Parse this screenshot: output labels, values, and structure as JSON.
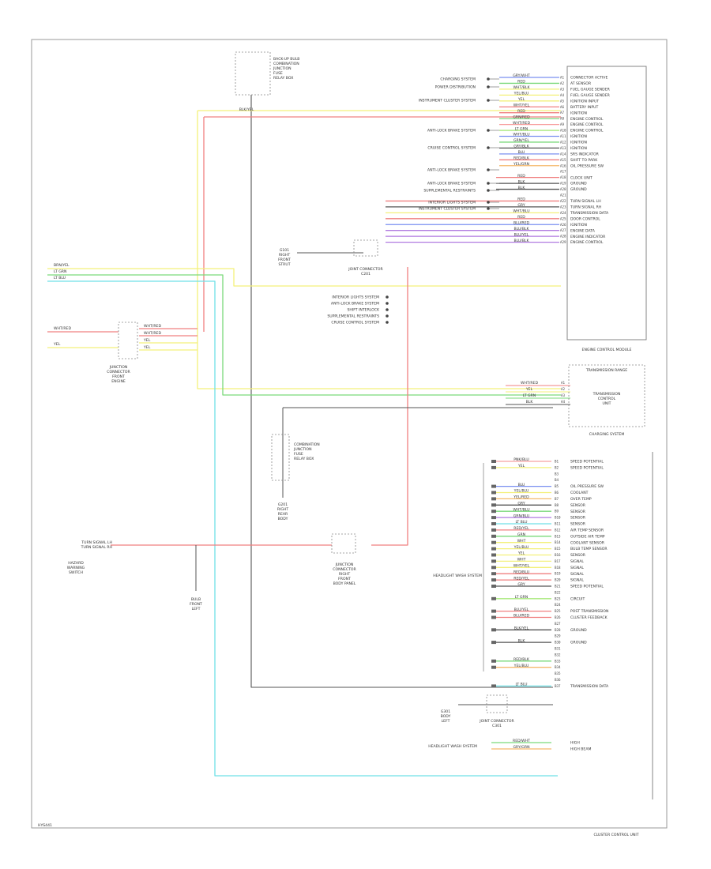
{
  "colors": {
    "red": "#f08080",
    "pink": "#f7a0a0",
    "yellow": "#f3f07a",
    "green": "#7ad97a",
    "blue": "#7a8ff0",
    "violet": "#b07ae0",
    "orange": "#f5b96b",
    "cyan": "#6fe0e6",
    "gray": "#555555",
    "lightgreen": "#a7e87a"
  },
  "ecm_module": {
    "label": "ENGINE CONTROL MODULE",
    "pins": [
      "CONNECTOR ACTIVE",
      "AT SENSOR",
      "FUEL GAUGE SENDER",
      "FUEL GAUGE SENDER",
      "IGNITION INPUT",
      "BATTERY INPUT",
      "IGNITION",
      "ENGINE CONTROL",
      "ENGINE CONTROL",
      "ENGINE CONTROL",
      "IGNITION",
      "IGNITION",
      "IGNITION",
      "SRS INDICATOR",
      "SHIFT TO PARK",
      "OIL PRESSURE SW",
      "",
      "CLOCK UNIT",
      "GROUND",
      "GROUND",
      "",
      "TURN SIGNAL LH",
      "TURN SIGNAL RH",
      "TRANSMISSION DATA",
      "DOOR CONTROL",
      "IGNITION",
      "ENGINE DATA",
      "ENGINE INDICATOR",
      "ENGINE CONTROL"
    ],
    "wires": [
      "GRY/WHT",
      "RED",
      "WHT/BLK",
      "YEL/BLU",
      "YEL",
      "WHT/YEL",
      "RED",
      "GRN/RED",
      "WHT/RED",
      "LT GRN",
      "WHT/BLU",
      "GRN/YEL",
      "GRY/BLK",
      "BLU",
      "RED/BLK",
      "YEL/GRN",
      "",
      "RED",
      "BLK",
      "BLK",
      "",
      "RED",
      "GRY",
      "WHT/BLU",
      "RED",
      "BLU/RED",
      "BLU/BLK",
      "BLU/YEL",
      "BLU/BLK"
    ]
  },
  "left_refs": {
    "ecm_top": [
      "CHARGING SYSTEM",
      "POWER DISTRIBUTION",
      "INSTRUMENT CLUSTER SYSTEM",
      "ANTI-LOCK BRAKE SYSTEM",
      "CRUISE CONTROL SYSTEM",
      "ANTI-LOCK BRAKE SYSTEM",
      "ANTI-LOCK BRAKE SYSTEM",
      "SUPPLEMENTAL RESTRAINTS",
      "INTERIOR LIGHTS SYSTEM",
      "INSTRUMENT CLUSTER SYSTEM"
    ],
    "ecm_bottom": [
      "INTERIOR LIGHTS SYSTEM",
      "ANTI-LOCK BRAKE SYSTEM",
      "SHIFT INTERLOCK",
      "SUPPLEMENTAL RESTRAINTS",
      "CRUISE CONTROL SYSTEM"
    ],
    "cluster": "HEADLIGHT WASH SYSTEM",
    "cluster_bottom": "HEADLIGHT WASH SYSTEM"
  },
  "junctions": {
    "top_box": [
      "BACK-UP BULB",
      "COMBINATION",
      "JUNCTION",
      "FUSE",
      "RELAY BOX"
    ],
    "top_wire": "BLK/YEL",
    "ground_left": "G101",
    "ground_left_lines": [
      "RIGHT",
      "FRONT",
      "STRUT"
    ],
    "joint_c201": [
      "JOINT CONNECTOR",
      "C201"
    ],
    "left_joint": [
      "JUNCTION",
      "CONNECTOR",
      "FRONT",
      "ENGINE"
    ],
    "mid_box": [
      "COMBINATION",
      "JUNCTION",
      "FUSE",
      "RELAY BOX"
    ],
    "mid_ground": [
      "G201",
      "RIGHT",
      "REAR",
      "BODY"
    ],
    "bottom_joint": [
      "JUNCTION",
      "CONNECTOR",
      "RIGHT",
      "FRONT",
      "BODY PANEL"
    ],
    "hazard": [
      "HAZARD",
      "WARNING",
      "SWITCH"
    ],
    "hazard_rows": [
      "TURN SIGNAL LH",
      "TURN SIGNAL RH"
    ],
    "right_bulb": [
      "BULB",
      "FRONT",
      "LEFT"
    ],
    "c301": [
      "JOINT CONNECTOR",
      "C301"
    ],
    "c301_ground": [
      "G301",
      "BODY",
      "LEFT"
    ]
  },
  "left_wires": [
    "BRN/YEL",
    "LT GRN",
    "LT BLU",
    "WHT/RED",
    "YEL"
  ],
  "left_sw_wires": [
    "WHT/RED",
    "WHT/RED",
    "YEL",
    "YEL"
  ],
  "right_box": {
    "title": "TRANSMISSION RANGE",
    "lines": [
      "TRANSMISSION",
      "CONTROL",
      "UNIT"
    ],
    "label": "CHARGING SYSTEM",
    "wires": [
      "WHT/RED",
      "YEL",
      "LT GRN",
      "BLK"
    ],
    "pins": [
      "A1",
      "A2",
      "A3",
      "A4"
    ]
  },
  "cluster_module": {
    "label": "CLUSTER CONTROL UNIT",
    "pins": [
      "SPEED POTENTIAL",
      "SPEED POTENTIAL",
      "",
      "",
      "OIL PRESSURE SW",
      "COOLANT",
      "OVER TEMP",
      "SENSOR",
      "SENSOR",
      "SENSOR",
      "SENSOR",
      "AIR TEMP SENSOR",
      "OUTSIDE AIR TEMP",
      "COOLANT SENSOR",
      "BULB TEMP SENSOR",
      "SENSOR",
      "SIGNAL",
      "SIGNAL",
      "SIGNAL",
      "SIGNAL",
      "SPEED POTENTIAL",
      "",
      "CIRCUIT",
      "",
      "POST TRANSMISSION",
      "CLUSTER FEEDBACK",
      "",
      "GROUND",
      "",
      "GROUND",
      "",
      "",
      "",
      "",
      "",
      "",
      "TRANSMISSION DATA"
    ],
    "wires": [
      "PNK/BLU",
      "YEL",
      "",
      "",
      "BLU",
      "YEL/BLU",
      "YEL/RED",
      "GRY",
      "WHT/BLU",
      "GRN/BLU",
      "LT BLU",
      "RED/YEL",
      "GRN",
      "WHT",
      "YEL/BLU",
      "YEL",
      "WHT",
      "WHT/YEL",
      "RED/BLU",
      "RED/YEL",
      "GRY",
      "",
      "LT GRN",
      "",
      "BLU/YEL",
      "BLU/RED",
      "",
      "BLK/YEL",
      "",
      "BLK",
      "",
      "",
      "RED/BLK",
      "YEL/BLU",
      "",
      "",
      "LT BLU"
    ]
  },
  "legend": {
    "cluster_bottom_wires": [
      "RED/WHT",
      "GRY/GRN"
    ],
    "cluster_bottom_labels": [
      "HIGH",
      "HIGH BEAM"
    ]
  },
  "footer": {
    "code": "HYS441"
  }
}
